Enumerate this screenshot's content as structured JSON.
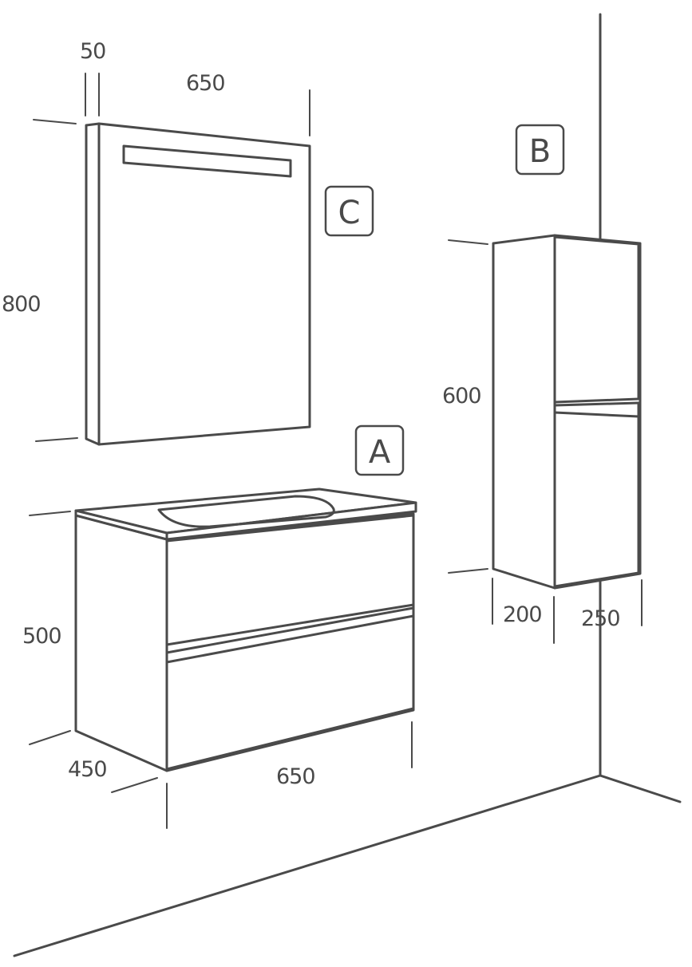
{
  "labels": {
    "vanity": "A",
    "tall_cabinet": "B",
    "mirror": "C"
  },
  "dimensions": {
    "mirror_depth": "50",
    "mirror_width": "650",
    "mirror_height": "800",
    "cabinet_height": "600",
    "cabinet_depth": "200",
    "cabinet_width": "250",
    "vanity_height": "500",
    "vanity_depth": "450",
    "vanity_width": "650"
  },
  "colors": {
    "line": "#4a4a4a",
    "background": "#ffffff"
  }
}
